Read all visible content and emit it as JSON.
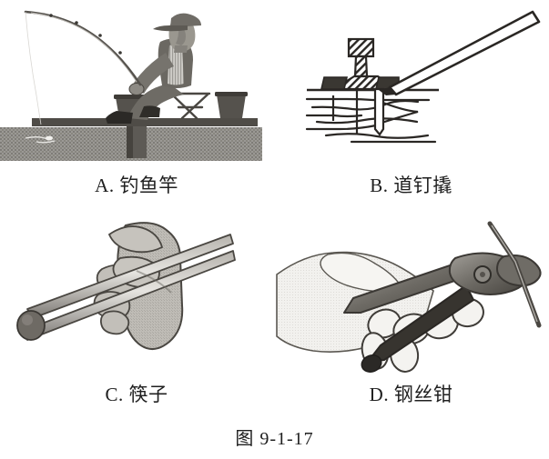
{
  "figure": {
    "caption": "图 9-1-17",
    "background_color": "#ffffff",
    "ink_color": "#1c1c1c"
  },
  "options": [
    {
      "key": "A",
      "label": "A. 钓鱼竿",
      "name": "钓鱼竿",
      "meaning": "fishing rod",
      "illustration": "man-fishing-on-pier",
      "elements": [
        "fishing-rod",
        "fisherman",
        "folding-stool",
        "bucket",
        "pier-plank",
        "support-post",
        "water-ground-band"
      ]
    },
    {
      "key": "B",
      "label": "B. 道钉撬",
      "name": "道钉撬",
      "meaning": "spike puller / crowbar",
      "illustration": "rail-spike-puller-on-sleeper",
      "elements": [
        "rail-cross-section",
        "spike-plate",
        "wooden-sleeper",
        "pry-bar"
      ]
    },
    {
      "key": "C",
      "label": "C. 筷子",
      "name": "筷子",
      "meaning": "chopsticks",
      "illustration": "hand-holding-chopsticks",
      "elements": [
        "chopstick-upper",
        "chopstick-lower",
        "gripped-food",
        "hand"
      ]
    },
    {
      "key": "D",
      "label": "D. 钢丝钳",
      "name": "钢丝钳",
      "meaning": "wire pliers",
      "illustration": "hand-using-wire-pliers",
      "elements": [
        "plier-jaws",
        "plier-pivot",
        "plier-handles",
        "wire",
        "hand"
      ]
    }
  ],
  "colors": {
    "ground": "#8f8d88",
    "dark_gray": "#4a4742",
    "mid_gray": "#8a8782",
    "light_gray": "#b9b6b1",
    "outline": "#2a2724"
  }
}
